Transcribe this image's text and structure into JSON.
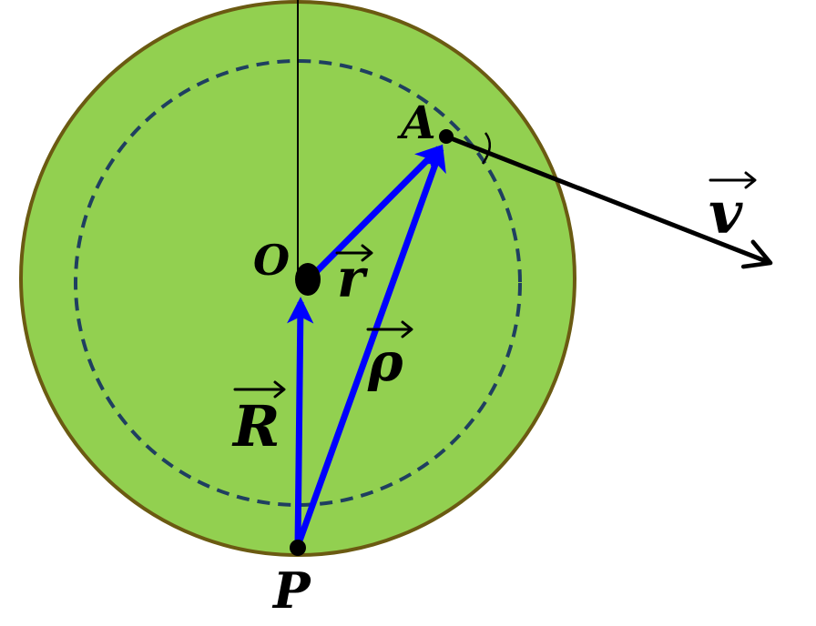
{
  "labels": {
    "center": "O",
    "point_a": "A",
    "point_p": "P",
    "vec_r_small": "r",
    "vec_rho": "ρ",
    "vec_r_big": "R",
    "vec_v": "v"
  },
  "colors": {
    "disk_fill": "#92d050",
    "disk_border": "#6b5a12",
    "dashed_circle": "#1f3f60",
    "vectors_blue": "#0000ff",
    "velocity_black": "#000000"
  }
}
